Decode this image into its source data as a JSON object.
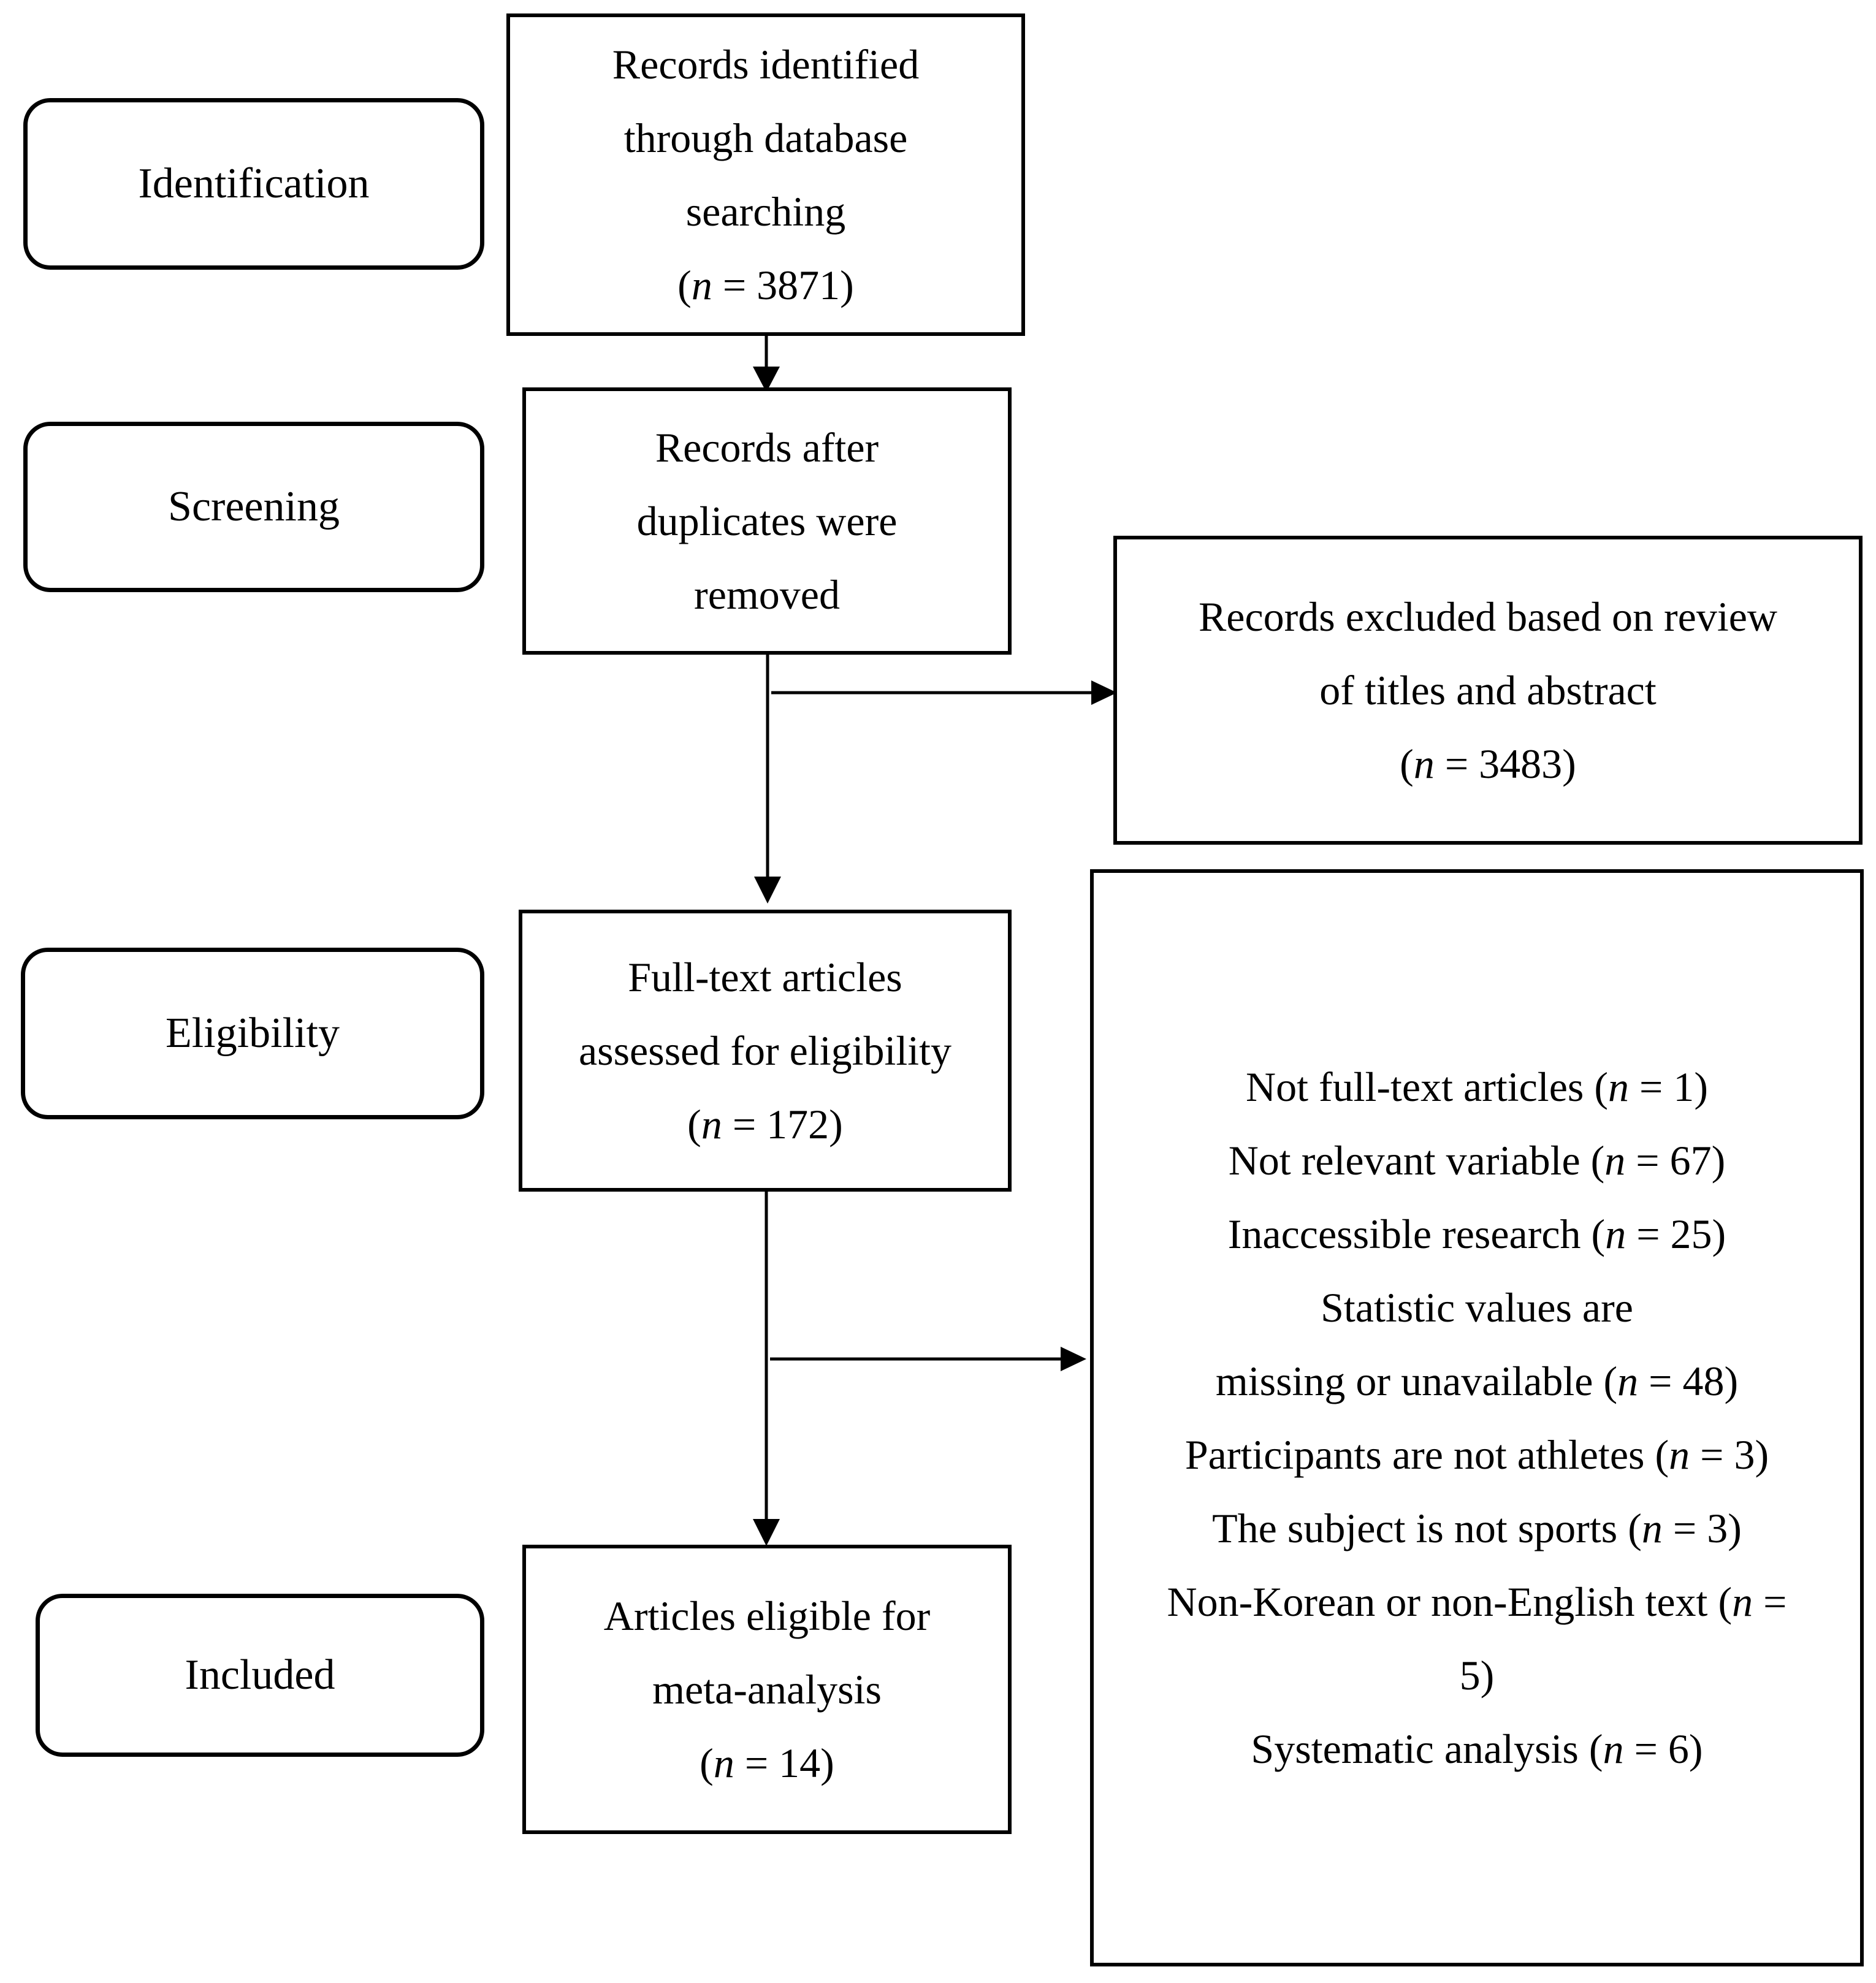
{
  "stages": {
    "identification": "Identification",
    "screening": "Screening",
    "eligibility": "Eligibility",
    "included": "Included"
  },
  "boxes": {
    "identified": {
      "lines": [
        "Records identified",
        "through database",
        "searching"
      ],
      "n": "3871"
    },
    "after_duplicates": {
      "lines": [
        "Records after",
        "duplicates were",
        "removed"
      ]
    },
    "excluded_titles": {
      "lines": [
        "Records excluded based on review",
        "of titles and abstract"
      ],
      "n": "3483"
    },
    "full_text": {
      "lines": [
        "Full-text articles",
        "assessed for eligibility"
      ],
      "n": "172"
    },
    "eligible": {
      "lines": [
        "Articles eligible for",
        "meta-analysis"
      ],
      "n": "14"
    }
  },
  "exclusion_reasons": [
    {
      "text": "Not full-text articles",
      "n": "1"
    },
    {
      "text": "Not relevant variable",
      "n": "67"
    },
    {
      "text": "Inaccessible research",
      "n": "25"
    },
    {
      "text": "Statistic values are"
    },
    {
      "text": "missing or unavailable",
      "n": "48"
    },
    {
      "text": "Participants are not athletes",
      "n": "3"
    },
    {
      "text": "The subject is not sports",
      "n": "3"
    },
    {
      "text": "Non-Korean or non-English text",
      "n": "5",
      "wrap": true
    },
    {
      "text": "Systematic analysis",
      "n": "6"
    }
  ],
  "n_symbol": "n"
}
